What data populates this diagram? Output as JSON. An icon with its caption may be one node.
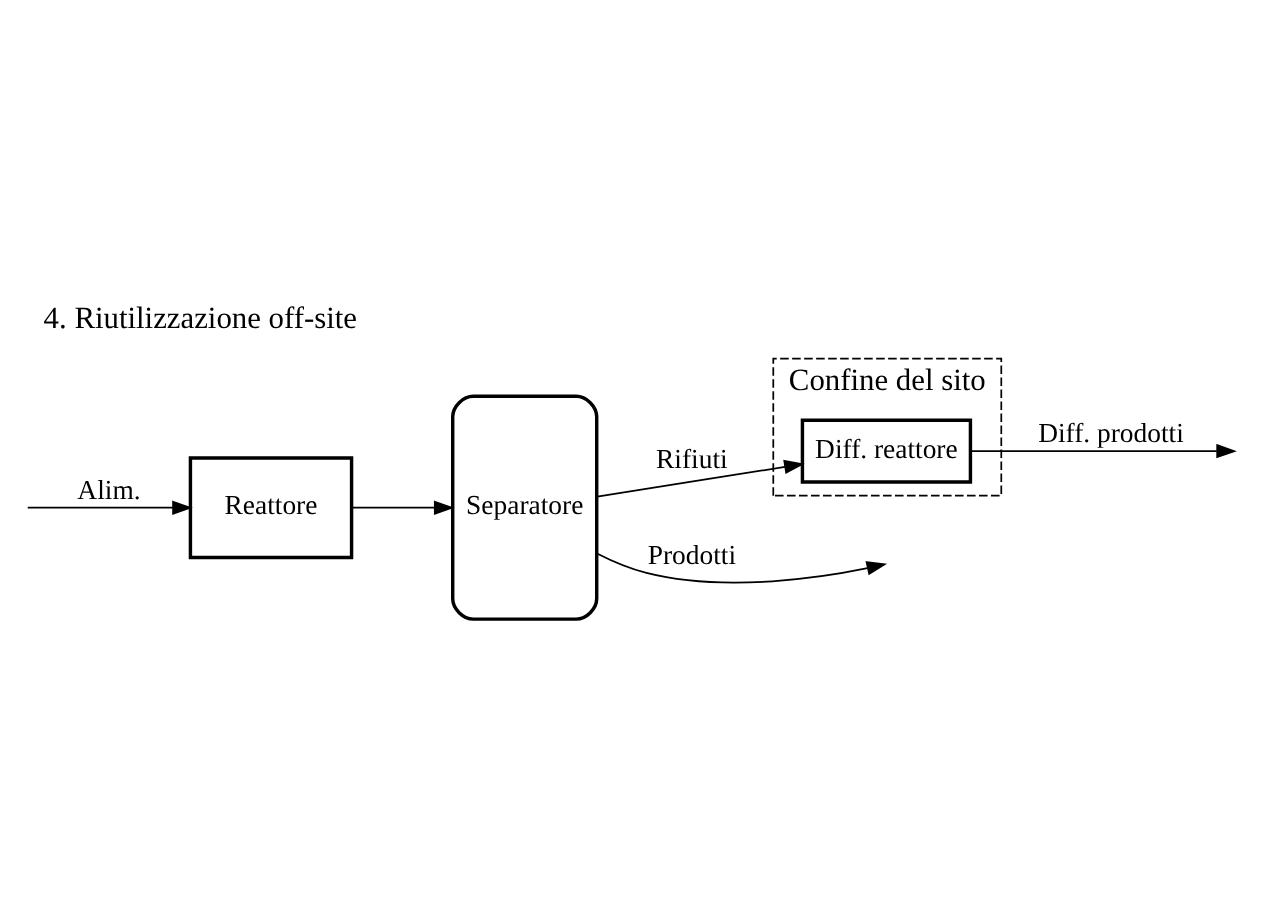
{
  "diagram": {
    "title": "4. Riutilizzazione off-site",
    "nodes": [
      {
        "text": [
          "Reattore"
        ]
      },
      {
        "text": [
          "Separatore"
        ]
      },
      {
        "text": [
          "Confine del sito"
        ]
      },
      {
        "text": [
          "Diff. reattore"
        ],
        "in": 2
      }
    ],
    "edges": [
      {
        "from": null,
        "to": 0,
        "arrow": "to",
        "label": "Alim."
      },
      {
        "from": 0,
        "to": 1,
        "arrow": "to"
      },
      {
        "from": 1,
        "to": null,
        "arrow": "to",
        "label": "Prodotti"
      },
      {
        "from": 1,
        "to": 3,
        "arrow": "to",
        "label": "Rifiuti"
      },
      {
        "from": 3,
        "to": null,
        "arrow": "to",
        "label": "Diff. prodotti"
      }
    ]
  }
}
